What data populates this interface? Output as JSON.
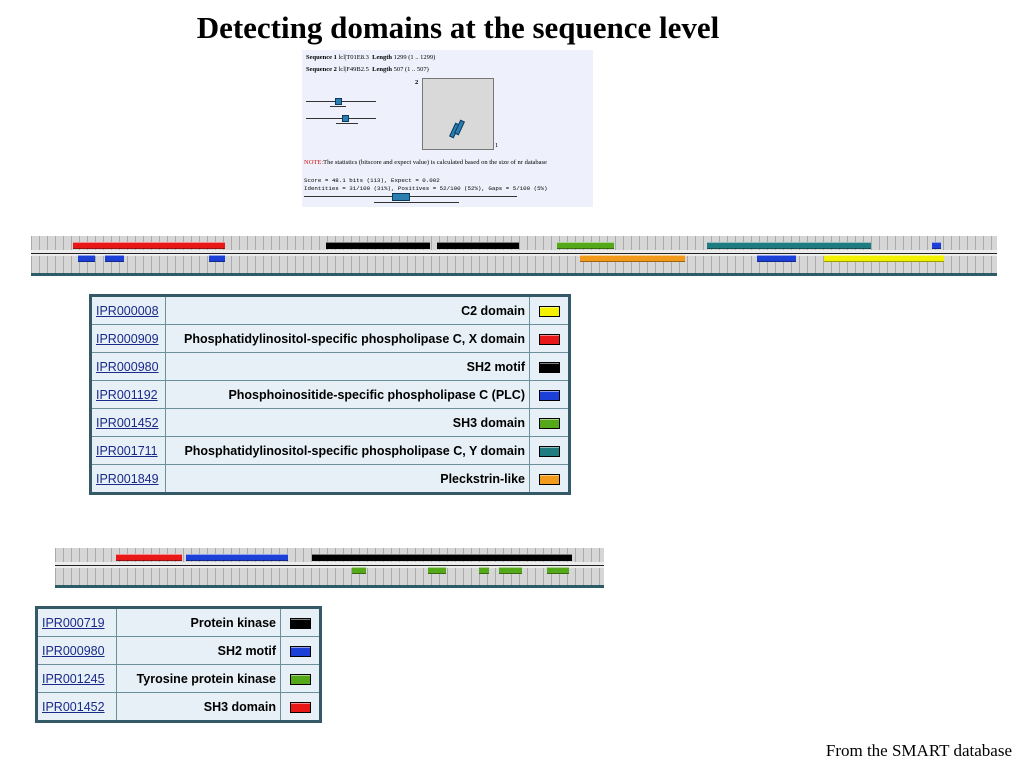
{
  "slide": {
    "title": "Detecting domains at the sequence level",
    "source": "From the SMART database"
  },
  "blast": {
    "seq1_label": "Sequence 1",
    "seq1_id": "lcl|T01E8.3",
    "seq1_length_label": "Length",
    "seq1_length": "1299 (1 .. 1299)",
    "seq2_label": "Sequence 2",
    "seq2_id": "lcl|F49B2.5",
    "seq2_length_label": "Length",
    "seq2_length": "507  (1 .. 507)",
    "dotplot_y_label": "2",
    "dotplot_x_label": "1",
    "note_label": "NOTE:",
    "note_text": "The statistics (bitscore and expect value) is calculated based on the size of nr database",
    "score_line": "Score = 48.1 bits (113), Expect = 0.002",
    "identities_line": "Identities = 31/100 (31%), Positives = 52/100 (52%), Gaps = 5/100 (5%)"
  },
  "legend1": [
    {
      "acc": "IPR000008",
      "desc": "C2 domain",
      "color": "#f2f200"
    },
    {
      "acc": "IPR000909",
      "desc": "Phosphatidylinositol-specific phospholipase C, X domain",
      "color": "#e81818"
    },
    {
      "acc": "IPR000980",
      "desc": "SH2 motif",
      "color": "#000000"
    },
    {
      "acc": "IPR001192",
      "desc": "Phosphoinositide-specific phospholipase C (PLC)",
      "color": "#1c3fd8"
    },
    {
      "acc": "IPR001452",
      "desc": "SH3 domain",
      "color": "#55a81a"
    },
    {
      "acc": "IPR001711",
      "desc": "Phosphatidylinositol-specific phospholipase C, Y domain",
      "color": "#1e7c80"
    },
    {
      "acc": "IPR001849",
      "desc": "Pleckstrin-like",
      "color": "#f29a1c"
    }
  ],
  "legend2": [
    {
      "acc": "IPR000719",
      "desc": "Protein kinase",
      "color": "#000000"
    },
    {
      "acc": "IPR000980",
      "desc": "SH2 motif",
      "color": "#1c3fd8"
    },
    {
      "acc": "IPR001245",
      "desc": "Tyrosine protein kinase",
      "color": "#55a81a"
    },
    {
      "acc": "IPR001452",
      "desc": "SH3 domain",
      "color": "#e81818"
    }
  ]
}
